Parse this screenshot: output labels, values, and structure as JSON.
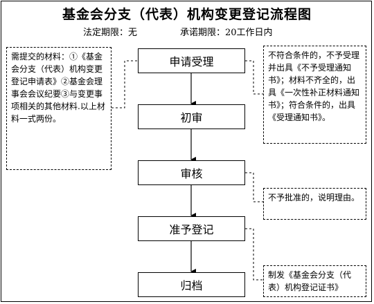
{
  "title": "基金会分支（代表）机构变更登记流程图",
  "deadline_legal": "法定期限：无",
  "deadline_promise": "承诺期限：20工作日内",
  "steps": [
    {
      "label": "申请受理"
    },
    {
      "label": "初审"
    },
    {
      "label": "审核"
    },
    {
      "label": "准予登记"
    },
    {
      "label": "归档"
    }
  ],
  "notes": {
    "materials": "需提交的材料：①《基金会分支（代表）机构变更登记申请表》②基金会理事会会议纪要③与变更事项相关的其他材料.以上材料一式两份。",
    "acceptance": "不符合条件的，不予受理并出具《不予受理通知书》；材料不齐全的，出具《一次性补正材料通知书》；符合条件的，出具《受理通知书》。",
    "rejection": "不予批准的，说明理由。",
    "certificate": "制发《基金会分支（代表）机构登记证书》"
  }
}
